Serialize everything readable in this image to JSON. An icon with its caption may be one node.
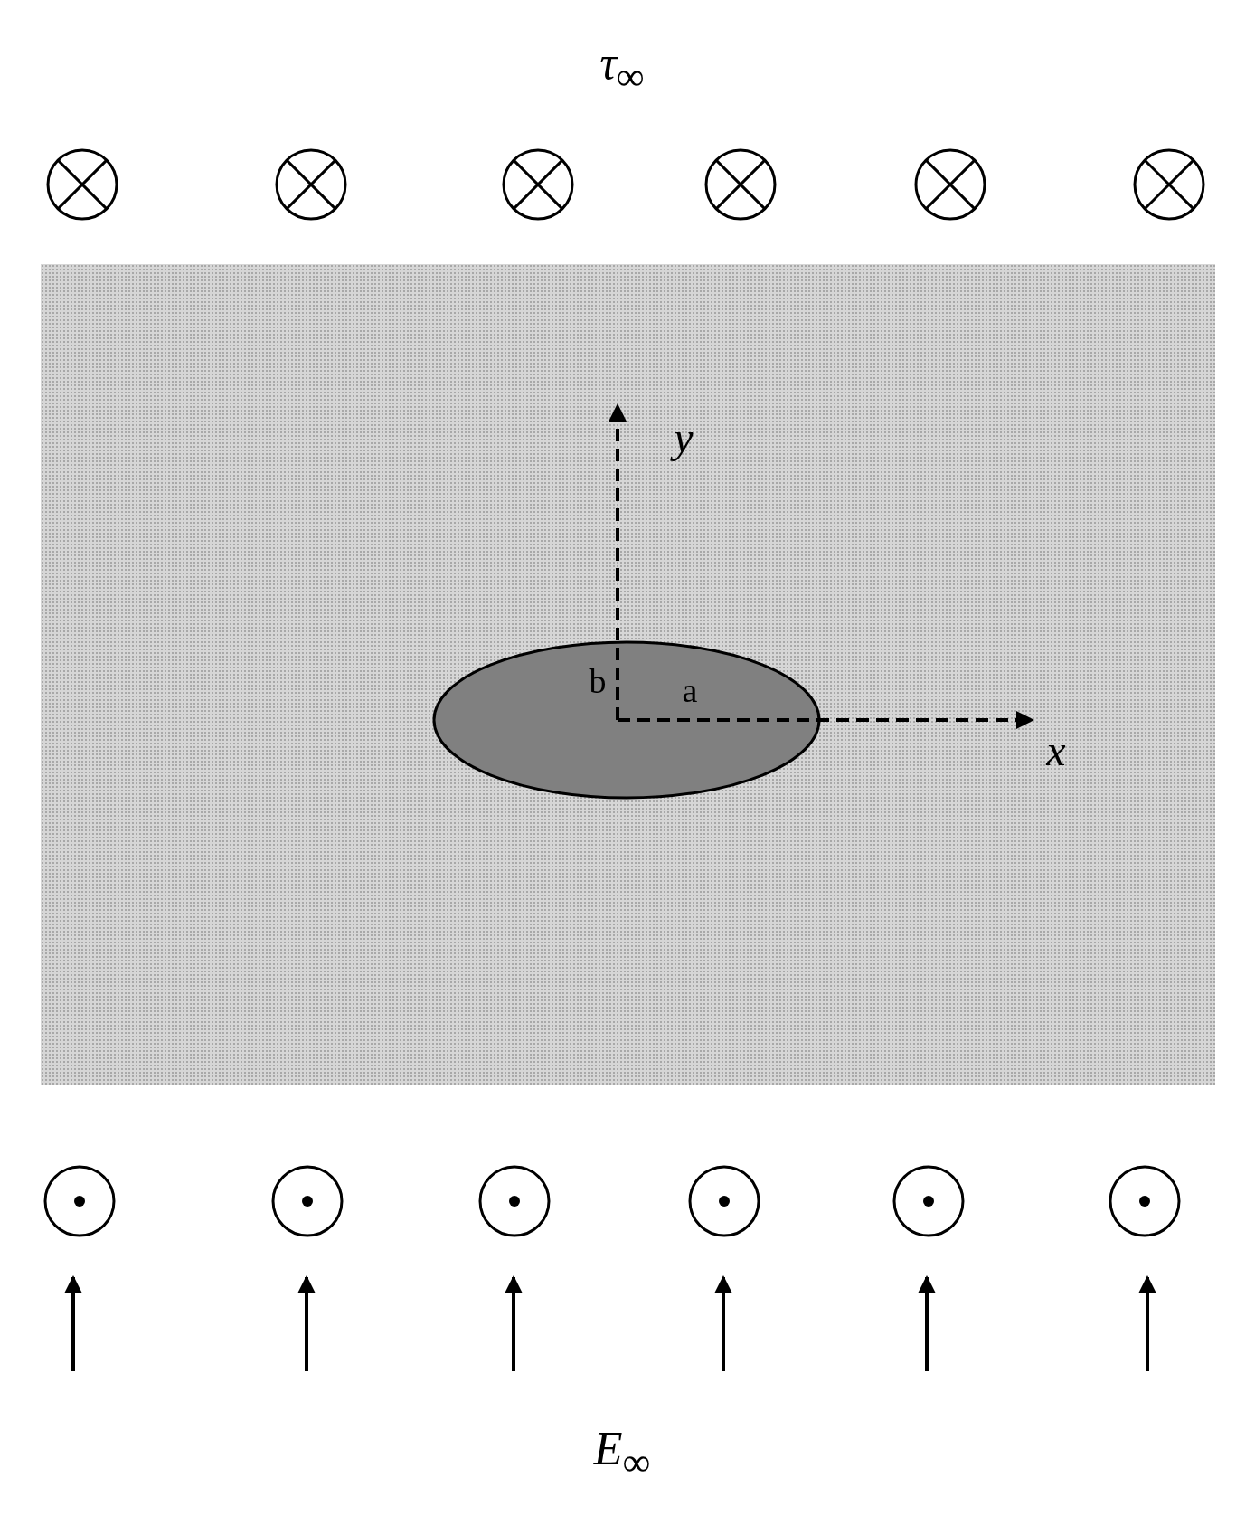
{
  "diagram": {
    "nodes": [
      {
        "text": [],
        "shape": "box"
      },
      {
        "text": [
          "b",
          "a"
        ],
        "in": 0
      }
    ],
    "labels": [
      "*τ*$_{∞}$",
      "*y*",
      "*x*",
      "*E*$_{∞}$"
    ]
  }
}
